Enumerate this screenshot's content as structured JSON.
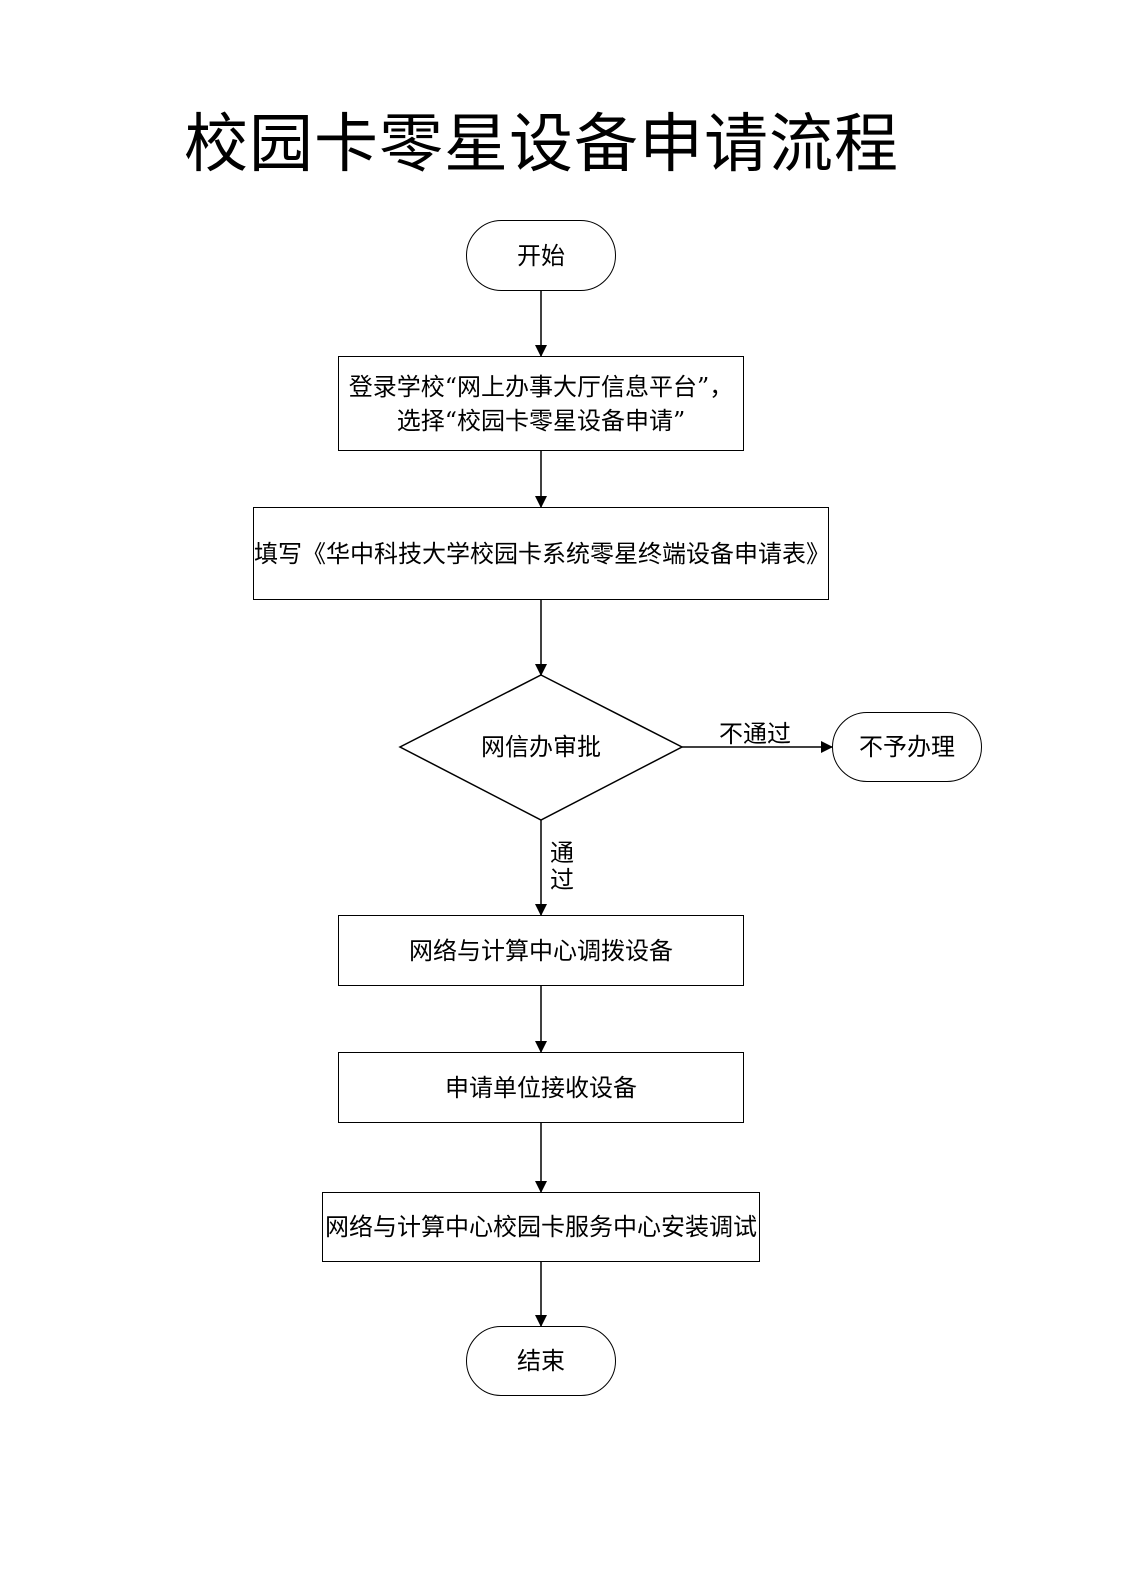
{
  "title": "校园卡零星设备申请流程",
  "nodes": {
    "start": "开始",
    "login_line1": "登录学校“网上办事大厅信息平台”，",
    "login_line2": "选择“校园卡零星设备申请”",
    "fill_form": "填写《华中科技大学校园卡系统零星终端设备申请表》",
    "approve": "网信办审批",
    "reject": "不予办理",
    "allocate": "网络与计算中心调拨设备",
    "receive": "申请单位接收设备",
    "install": "网络与计算中心校园卡服务中心安装调试",
    "end": "结束"
  },
  "edge_labels": {
    "fail": "不通过",
    "pass_1": "通",
    "pass_2": "过"
  }
}
